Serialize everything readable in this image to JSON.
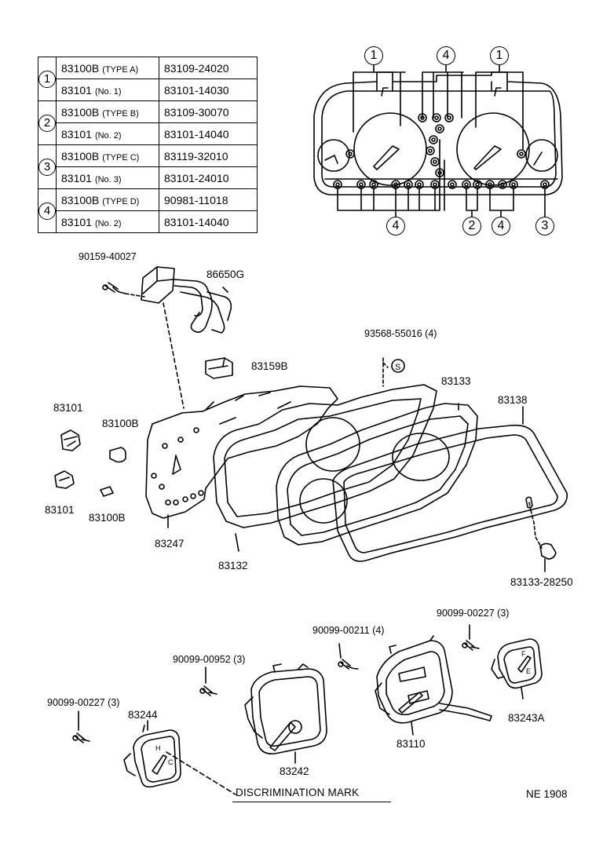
{
  "table": {
    "rows": [
      {
        "group": "1",
        "part": "83100B",
        "note": "(TYPE  A)",
        "number": "83109-24020"
      },
      {
        "group": "1",
        "part": "83101",
        "note": "(No. 1)",
        "number": "83101-14030"
      },
      {
        "group": "2",
        "part": "83100B",
        "note": "(TYPE  B)",
        "number": "83109-30070"
      },
      {
        "group": "2",
        "part": "83101",
        "note": "(No. 2)",
        "number": "83101-14040"
      },
      {
        "group": "3",
        "part": "83100B",
        "note": "(TYPE  C)",
        "number": "83119-32010"
      },
      {
        "group": "3",
        "part": "83101",
        "note": "(No. 3)",
        "number": "83101-24010"
      },
      {
        "group": "4",
        "part": "83100B",
        "note": "(TYPE  D)",
        "number": "90981-11018"
      },
      {
        "group": "4",
        "part": "83101",
        "note": "(No. 2)",
        "number": "83101-14040"
      }
    ]
  },
  "cluster_callouts": {
    "top_left": "1",
    "top_center": "4",
    "top_right": "1",
    "bottom_4a": "4",
    "bottom_2": "2",
    "bottom_4b": "4",
    "bottom_3": "3"
  },
  "labels": {
    "screw_top": "90159-40027",
    "harness": "86650G",
    "clip": "83159B",
    "screw_s": "93568-55016 (4)",
    "s_mark": "S",
    "socket_a": "83101",
    "bulb_a": "83100B",
    "socket_b": "83101",
    "bulb_b": "83100B",
    "plate": "83247",
    "case": "83132",
    "mask": "83133",
    "glass": "83138",
    "knob": "83133-28250",
    "screw_fuel": "90099-00227 (3)",
    "screw_speedo": "90099-00211 (4)",
    "screw_tacho": "90099-00952 (3)",
    "screw_temp": "90099-00227 (3)",
    "temp_gauge": "83244",
    "tachometer": "83242",
    "speedometer": "83110",
    "fuel_gauge": "83243A",
    "discrimination": "DISCRIMINATION MARK",
    "figure_code": "NE  1908"
  },
  "gauge_marks": {
    "temp_h": "H",
    "temp_c": "C",
    "fuel_f": "F",
    "fuel_e": "E"
  }
}
